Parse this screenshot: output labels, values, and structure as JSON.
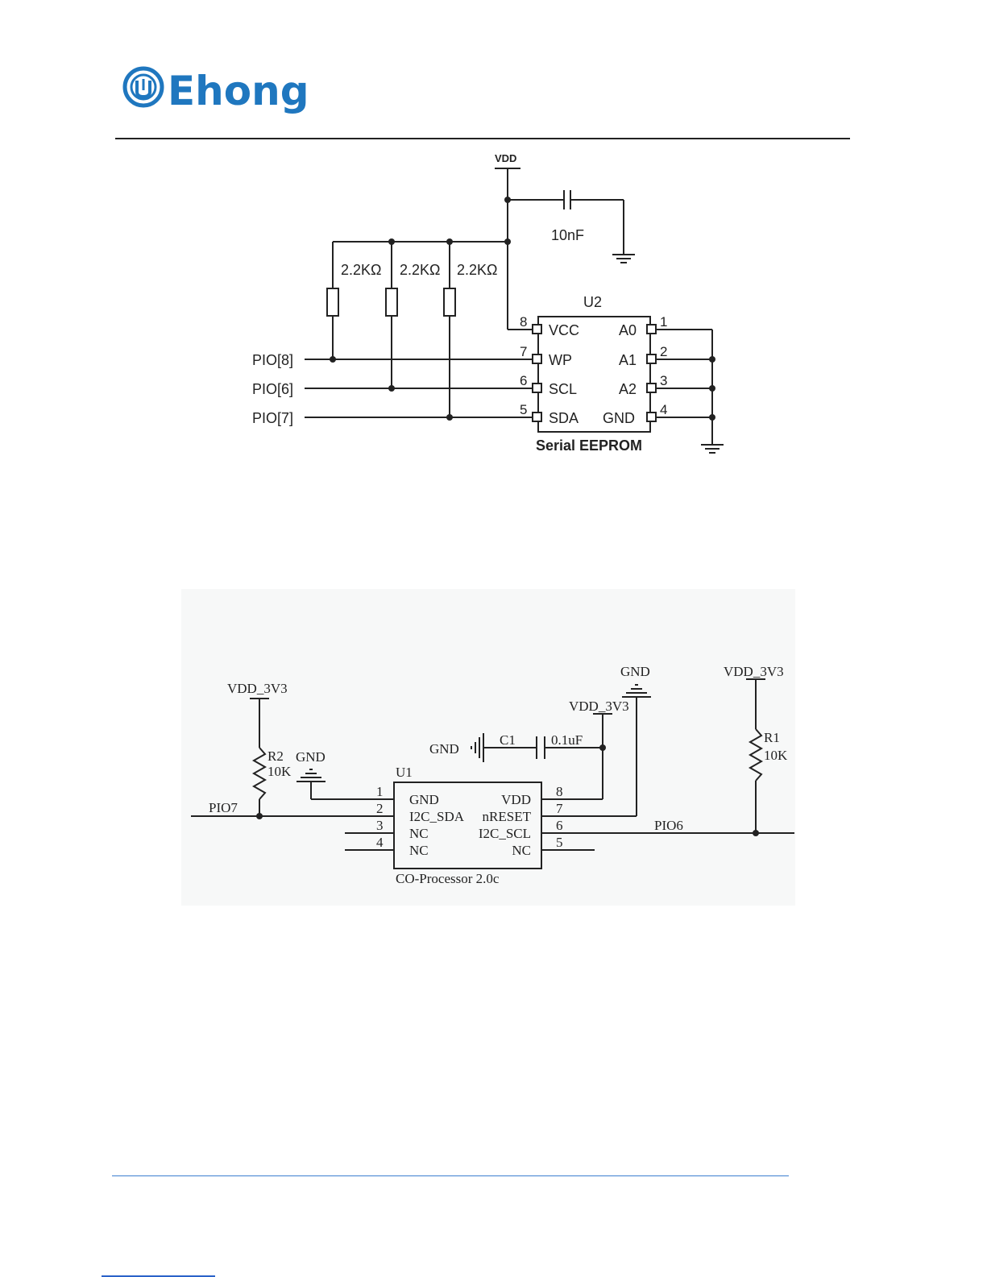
{
  "header": {
    "logo_text": "Ehong",
    "brand_color": "#1f77bf"
  },
  "schematic_eeprom": {
    "supply": "VDD",
    "capacitor": "10nF",
    "resistors": [
      "2.2KΩ",
      "2.2KΩ",
      "2.2KΩ"
    ],
    "chip_ref": "U2",
    "chip_name": "Serial EEPROM",
    "left_pins": [
      {
        "num": "8",
        "name": "VCC"
      },
      {
        "num": "7",
        "name": "WP"
      },
      {
        "num": "6",
        "name": "SCL"
      },
      {
        "num": "5",
        "name": "SDA"
      }
    ],
    "right_pins": [
      {
        "num": "1",
        "name": "A0"
      },
      {
        "num": "2",
        "name": "A1"
      },
      {
        "num": "3",
        "name": "A2"
      },
      {
        "num": "4",
        "name": "GND"
      }
    ],
    "nets": [
      "PIO[8]",
      "PIO[6]",
      "PIO[7]"
    ]
  },
  "schematic_coprocessor": {
    "r2_supply": "VDD_3V3",
    "r2_ref": "R2",
    "r2_value": "10K",
    "r1_supply": "VDD_3V3",
    "r1_ref": "R1",
    "r1_value": "10K",
    "gnd_label": "GND",
    "gnd_top": "GND",
    "gnd_cap": "GND",
    "cap_supply": "VDD_3V3",
    "cap_ref": "C1",
    "cap_value": "0.1uF",
    "chip_ref": "U1",
    "chip_name": "CO-Processor 2.0c",
    "left_pins": [
      {
        "num": "1",
        "name": "GND"
      },
      {
        "num": "2",
        "name": "I2C_SDA"
      },
      {
        "num": "3",
        "name": "NC"
      },
      {
        "num": "4",
        "name": "NC"
      }
    ],
    "right_pins": [
      {
        "num": "8",
        "name": "VDD"
      },
      {
        "num": "7",
        "name": "nRESET"
      },
      {
        "num": "6",
        "name": "I2C_SCL"
      },
      {
        "num": "5",
        "name": "NC"
      }
    ],
    "net_left": "PIO7",
    "net_right": "PIO6"
  }
}
